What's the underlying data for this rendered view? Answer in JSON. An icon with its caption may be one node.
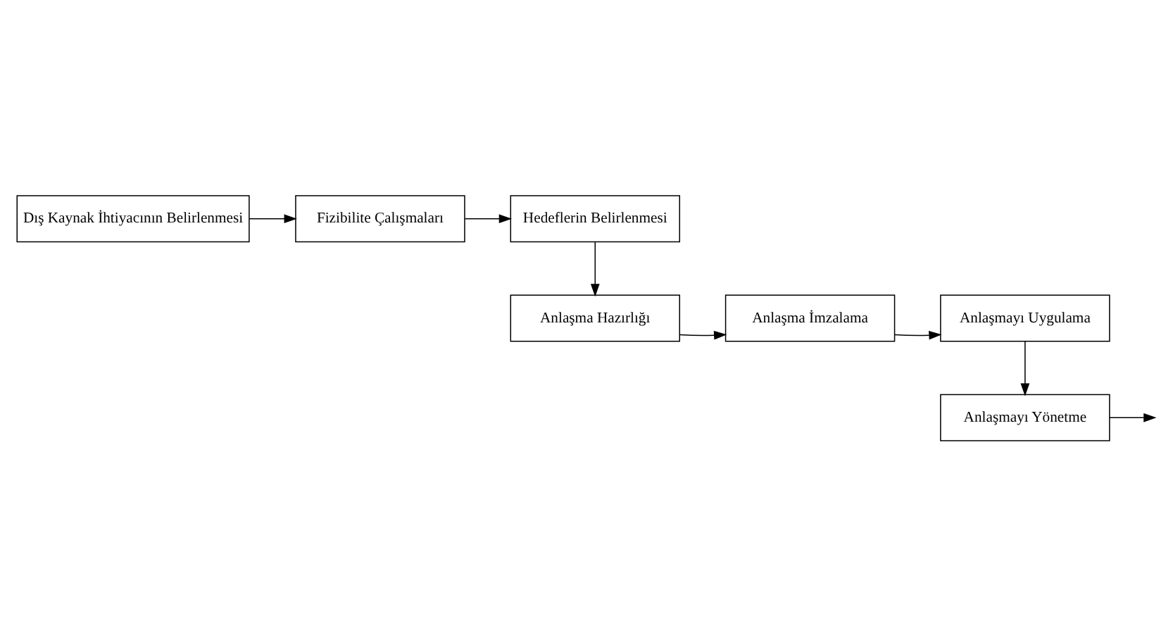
{
  "diagram": {
    "nodes": [
      {
        "text": [
          "Dış Kaynak İhtiyacının Belirlenmesi"
        ]
      },
      {
        "text": [
          "Fizibilite Çalışmaları"
        ]
      },
      {
        "text": [
          "Hedeflerin Belirlenmesi"
        ]
      },
      {
        "text": [
          "Anlaşma Hazırlığı"
        ]
      },
      {
        "text": [
          "Anlaşma İmzalama"
        ]
      },
      {
        "text": [
          "Anlaşmayı Uygulama"
        ]
      },
      {
        "text": [
          "Anlaşmayı Yönetme"
        ]
      }
    ],
    "edges": [
      {
        "from": 0,
        "to": 1,
        "arrow": "to"
      },
      {
        "from": 1,
        "to": 2,
        "arrow": "to"
      },
      {
        "from": 2,
        "to": 3,
        "arrow": "to"
      },
      {
        "from": 3,
        "to": 4,
        "arrow": "to"
      },
      {
        "from": 4,
        "to": 5,
        "arrow": "to"
      },
      {
        "from": 5,
        "to": 6,
        "arrow": "to"
      },
      {
        "from": 6,
        "to": null,
        "arrow": "to"
      }
    ]
  }
}
